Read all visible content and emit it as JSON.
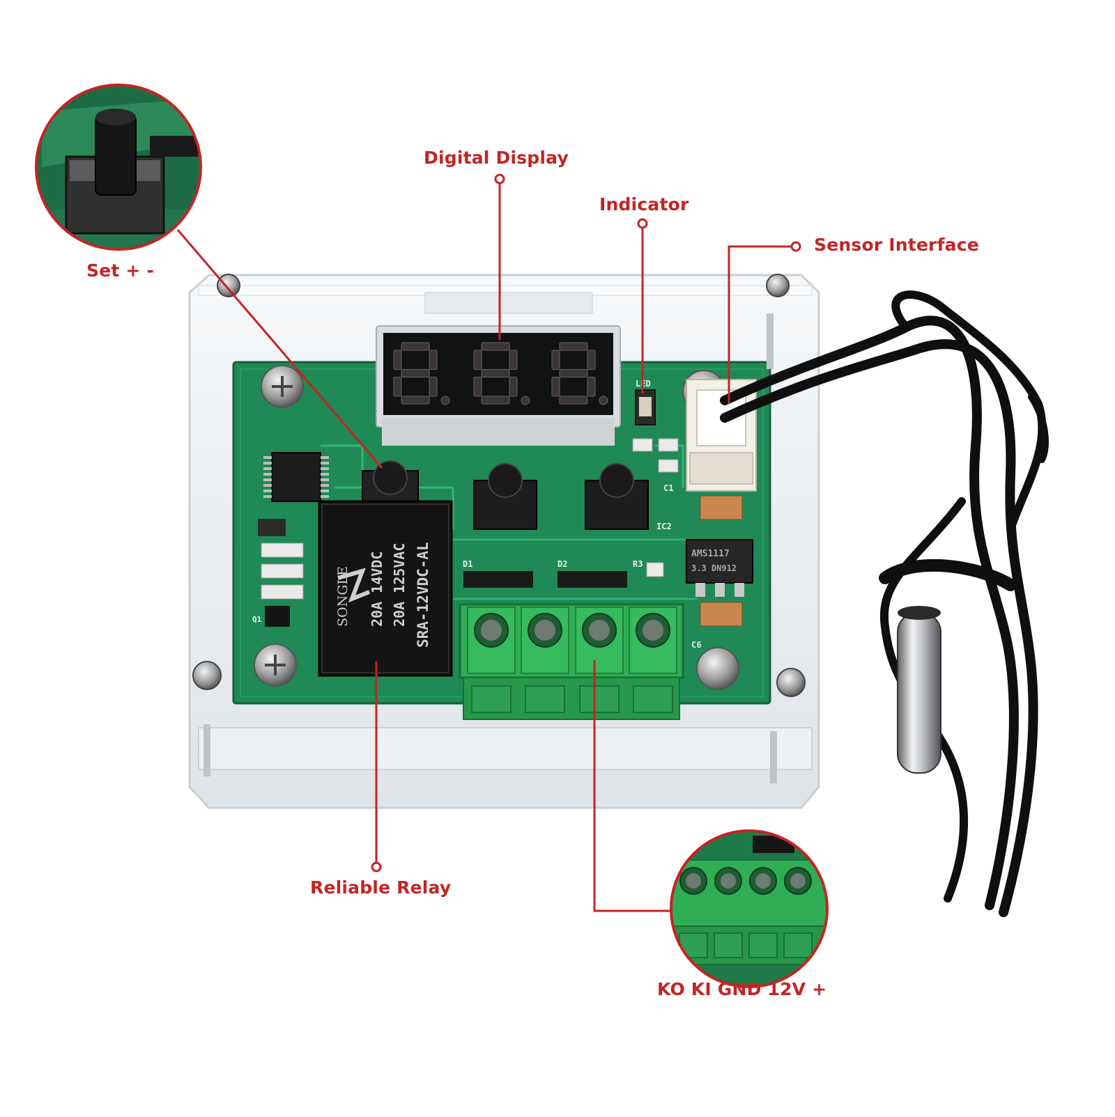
{
  "callouts": {
    "digital_display": "Digital Display",
    "indicator": "Indicator",
    "sensor_interface": "Sensor Interface",
    "set_buttons": "Set + -",
    "reliable_relay": "Reliable Relay",
    "terminals": "KO KI GND 12V +"
  },
  "relay_markings": {
    "brand": "SONGLE",
    "line1": "20A 14VDC",
    "line2": "20A 125VAC",
    "model": "SRA-12VDC-AL"
  },
  "regulator_markings": {
    "line1": "AMS1117",
    "line2": "3.3  DN912"
  },
  "silkscreen": {
    "d1": "D1",
    "d2": "D2",
    "r3": "R3",
    "c1": "C1",
    "ic2": "IC2",
    "c6": "C6",
    "q1": "Q1",
    "led": "LED"
  },
  "display_readout": "8.8.8.",
  "colors": {
    "callout_red": "#c42424",
    "pcb_green": "#1f8a55",
    "terminal_green": "#2fae55",
    "acrylic": "#e9edf0"
  }
}
